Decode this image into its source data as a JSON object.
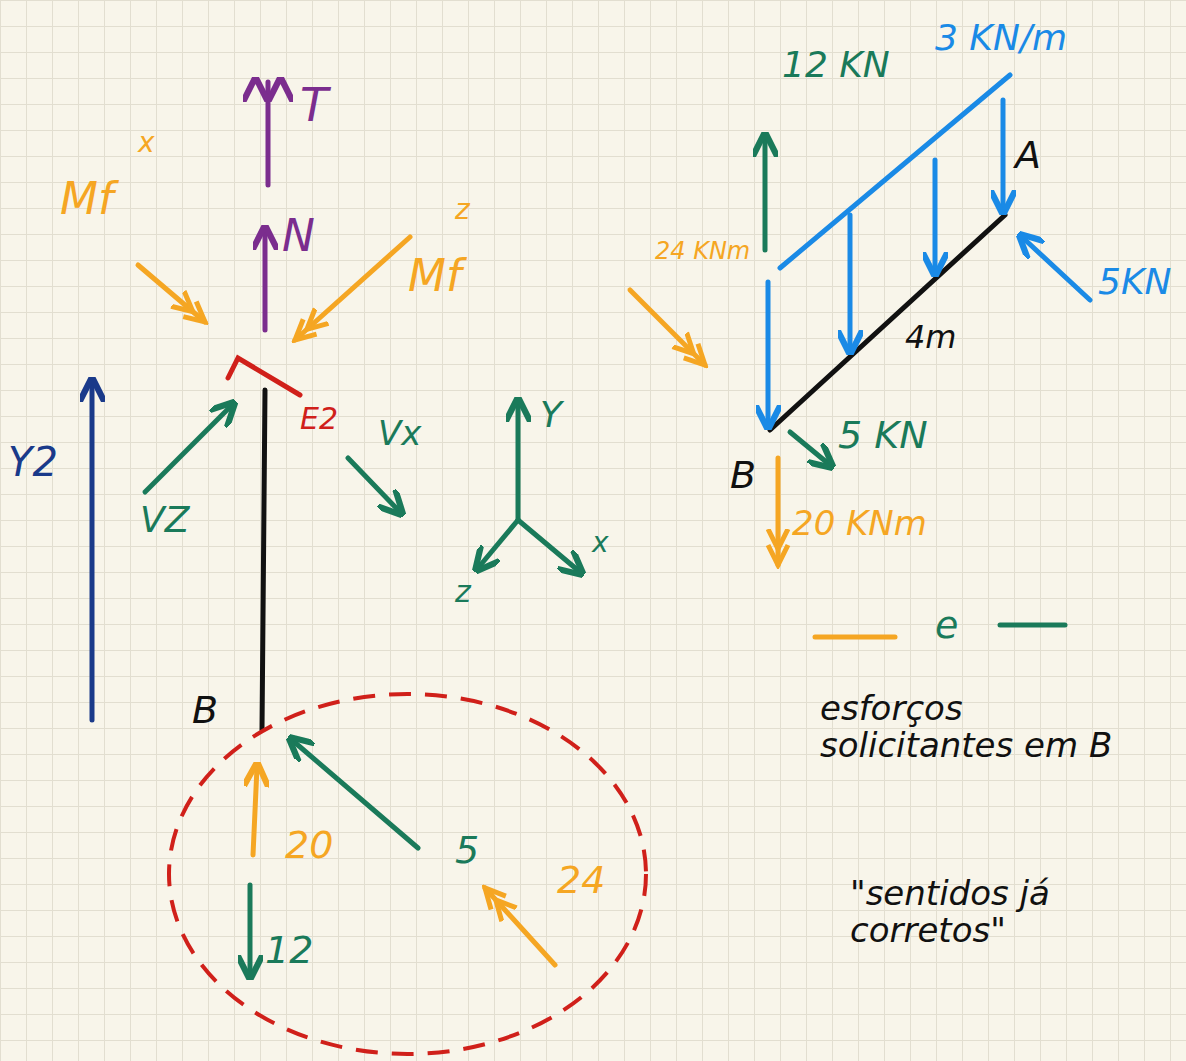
{
  "diagram": {
    "nodes": [
      {
        "text": [
          "20",
          "5",
          "12",
          "24"
        ]
      }
    ],
    "labels": [
      "T",
      "Mf",
      "x",
      "N",
      "Mf",
      "z",
      "Y2",
      "VZ",
      "E2",
      "Vx",
      "Y",
      "x",
      "z",
      "B",
      "12 KN",
      "3 KN/m",
      "A",
      "5KN",
      "24 KNm",
      "4m",
      "B",
      "5 KN",
      "20 KNm",
      "e",
      "esforços solicitantes em B",
      "\"sentidos já corretos\""
    ]
  }
}
